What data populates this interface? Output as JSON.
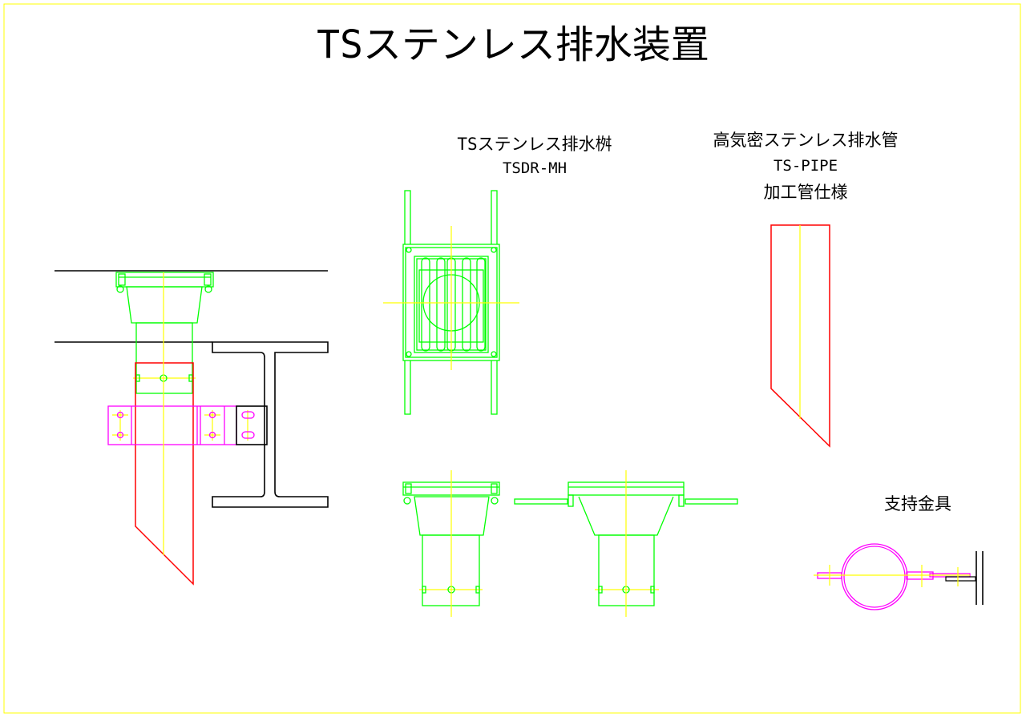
{
  "title": "TSステンレス排水装置",
  "labels": {
    "drain_box_name": "TSステンレス排水桝",
    "drain_box_model": "TSDR-MH",
    "pipe_name": "高気密ステンレス排水管",
    "pipe_model": "TS-PIPE",
    "pipe_spec": "加工管仕様",
    "support_name": "支持金具"
  },
  "colors": {
    "border": "#ffff00",
    "drain_fitting": "#00ff00",
    "pipe": "#ff0000",
    "support_bracket": "#ff00ff",
    "centerline": "#ffff00",
    "structure": "#000000"
  }
}
